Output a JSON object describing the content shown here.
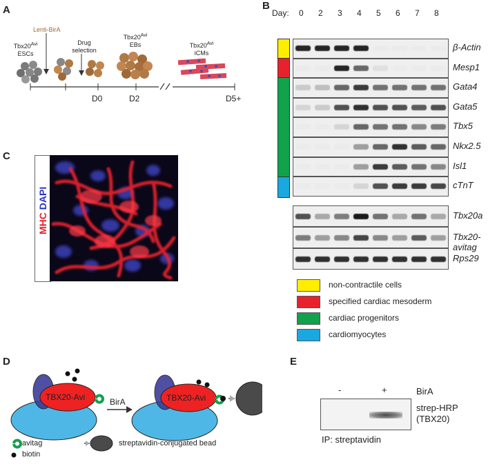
{
  "panels": {
    "A": "A",
    "B": "B",
    "C": "C",
    "D": "D",
    "E": "E"
  },
  "panel_a": {
    "lenti": "Lenti-BirA",
    "drug_line1": "Drug",
    "drug_line2": "selection",
    "esc_top": "Tbx20",
    "esc_sup": "Avi",
    "esc_bottom": "ESCs",
    "eb_top": "Tbx20",
    "eb_sup": "Avi",
    "eb_bottom": "EBs",
    "icm_top": "Tbx20",
    "icm_sup": "Avi",
    "icm_bottom": "iCMs",
    "d0": "D0",
    "d2": "D2",
    "d5": "D5+",
    "colors": {
      "esc": "#8a8a8a",
      "drug": "#b07a45",
      "cm": "#d9485a",
      "cm_dot": "#4a4fb0"
    }
  },
  "panel_b": {
    "day_label": "Day:",
    "days": [
      "0",
      "2",
      "3",
      "4",
      "5",
      "6",
      "7",
      "8"
    ],
    "genes_top": [
      {
        "name": "β-Actin",
        "bands": [
          0.9,
          0.9,
          0.9,
          0.9,
          0,
          0,
          0,
          0
        ]
      },
      {
        "name": "Mesp1",
        "bands": [
          0,
          0,
          0.9,
          0.6,
          0.05,
          0,
          0,
          0
        ]
      },
      {
        "name": "Gata4",
        "bands": [
          0.15,
          0.2,
          0.6,
          0.8,
          0.55,
          0.55,
          0.55,
          0.55
        ]
      },
      {
        "name": "Gata5",
        "bands": [
          0.1,
          0.15,
          0.7,
          0.85,
          0.7,
          0.7,
          0.65,
          0.7
        ]
      },
      {
        "name": "Tbx5",
        "bands": [
          0,
          0,
          0.1,
          0.6,
          0.55,
          0.55,
          0.45,
          0.5
        ]
      },
      {
        "name": "Nkx2.5",
        "bands": [
          0,
          0,
          0,
          0.35,
          0.6,
          0.85,
          0.65,
          0.6
        ]
      },
      {
        "name": "Isl1",
        "bands": [
          0,
          0,
          0,
          0.35,
          0.8,
          0.65,
          0.55,
          0.45
        ]
      },
      {
        "name": "cTnT",
        "bands": [
          0,
          0,
          0,
          0.1,
          0.7,
          0.8,
          0.8,
          0.75
        ]
      }
    ],
    "genes_bottom": [
      {
        "name": "Tbx20a",
        "bands": [
          0.7,
          0.3,
          0.5,
          0.95,
          0.55,
          0.3,
          0.55,
          0.3
        ]
      },
      {
        "name": "Tbx20-avitag",
        "bands": [
          0.5,
          0.35,
          0.45,
          0.75,
          0.45,
          0.35,
          0.65,
          0.35
        ]
      },
      {
        "name": "Rps29",
        "bands": [
          0.85,
          0.85,
          0.85,
          0.85,
          0.85,
          0.85,
          0.85,
          0.85
        ]
      }
    ],
    "legend": [
      {
        "label": "non-contractile cells",
        "color": "#ffee00"
      },
      {
        "label": "specified cardiac mesoderm",
        "color": "#e8222c"
      },
      {
        "label": "cardiac progenitors",
        "color": "#12a14c"
      },
      {
        "label": "cardiomyocytes",
        "color": "#1aa8e0"
      }
    ]
  },
  "panel_c": {
    "stain_mhc": "MHC",
    "stain_dapi": "DAPI",
    "colors": {
      "mhc": "#e8202e",
      "dapi": "#2b36c8"
    }
  },
  "panel_d": {
    "protein": "TBX20-Avi",
    "protein2": "TBX20-Avi",
    "enzyme": "BirA",
    "legend_avitag": "avitag",
    "legend_biotin": "biotin",
    "legend_bead": "streptavidin-conjugated bead"
  },
  "panel_e": {
    "minus": "-",
    "plus": "+",
    "enzyme": "BirA",
    "blot_line1": "strep-HRP",
    "blot_line2": "(TBX20)",
    "ip": "IP: streptavidin"
  }
}
